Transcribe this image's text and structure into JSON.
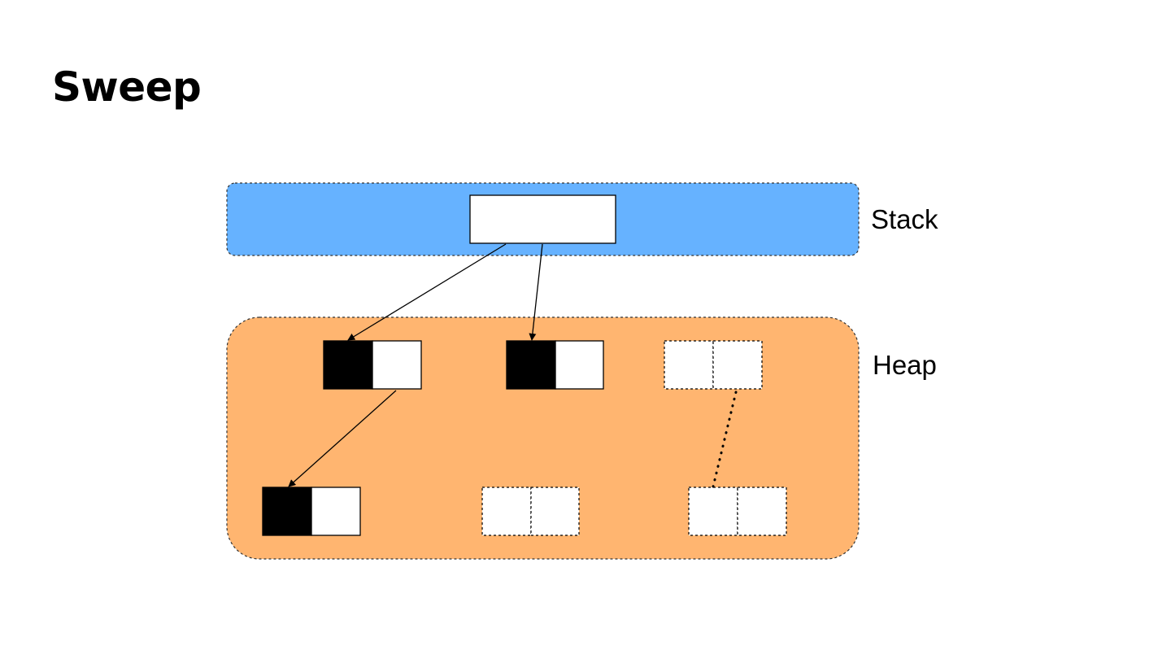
{
  "title": "Sweep",
  "diagram": {
    "stack": {
      "label": "Stack",
      "fill": "#66b2ff"
    },
    "heap": {
      "label": "Heap",
      "fill": "#ffb570"
    },
    "objects": [
      {
        "id": "obj-1",
        "marked": true,
        "swept": false
      },
      {
        "id": "obj-2",
        "marked": true,
        "swept": false
      },
      {
        "id": "obj-3",
        "marked": false,
        "swept": true
      },
      {
        "id": "obj-4",
        "marked": true,
        "swept": false
      },
      {
        "id": "obj-5",
        "marked": false,
        "swept": true
      },
      {
        "id": "obj-6",
        "marked": false,
        "swept": true
      }
    ],
    "references": [
      {
        "from": "stack-root",
        "to": "obj-1"
      },
      {
        "from": "stack-root",
        "to": "obj-2"
      },
      {
        "from": "obj-1",
        "to": "obj-4"
      },
      {
        "from": "obj-3",
        "to": "obj-6",
        "style": "dotted"
      }
    ]
  }
}
